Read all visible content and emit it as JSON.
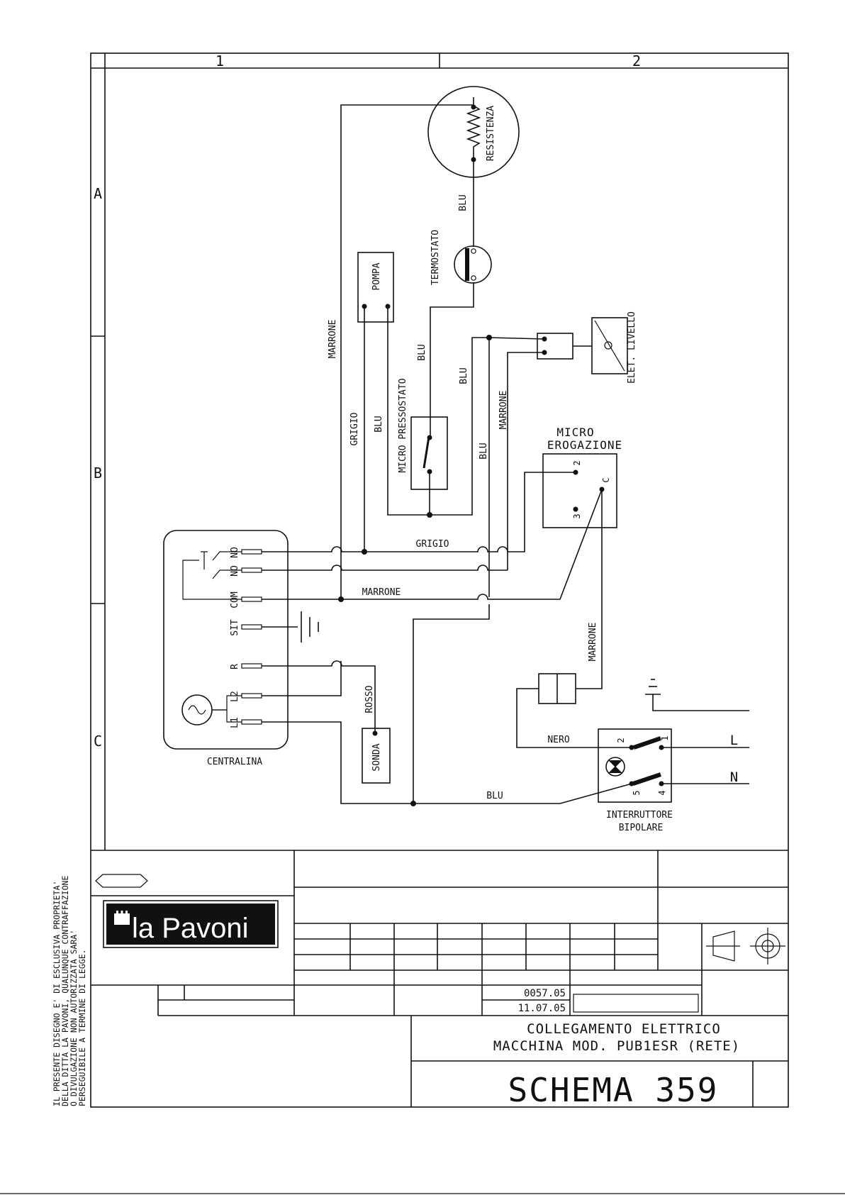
{
  "grid": {
    "columns": [
      "1",
      "2"
    ],
    "rows": [
      "A",
      "B",
      "C"
    ]
  },
  "components": {
    "resistenza": "RESISTENZA",
    "termostato": "TERMOSTATO",
    "pompa": "POMPA",
    "micro_pressostato": "MICRO PRESSOSTATO",
    "elet_livello": "ELET. LIVELLO",
    "micro_erogazione_line1": "MICRO",
    "micro_erogazione_line2": "EROGAZIONE",
    "centralina": "CENTRALINA",
    "sonda": "SONDA",
    "interruttore_line1": "INTERRUTTORE",
    "interruttore_line2": "BIPOLARE"
  },
  "terminals": {
    "centralina": [
      "NO",
      "NO",
      "COM",
      "SIT",
      "R",
      "L2",
      "L1"
    ],
    "micro_erogazione": [
      "2",
      "C",
      "3"
    ],
    "interruttore": [
      "2",
      "1",
      "5",
      "4"
    ],
    "mains": [
      "L",
      "N"
    ]
  },
  "wire_labels": {
    "marrone_vertical": "MARRONE",
    "blu_top": "BLU",
    "blu_termostato": "BLU",
    "blu_mid": "BLU",
    "grigio_vertical": "GRIGIO",
    "blu_pompa": "BLU",
    "marrone_livello": "MARRONE",
    "blu_livello": "BLU",
    "grigio_h": "GRIGIO",
    "marrone_h": "MARRONE",
    "rosso": "ROSSO",
    "marrone_erogazione": "MARRONE",
    "nero": "NERO",
    "blu_bottom": "BLU"
  },
  "title_block": {
    "brand": "la Pavoni",
    "number": "0057.05",
    "date": "11.07.05",
    "title_line1": "COLLEGAMENTO ELETTRICO",
    "title_line2": "MACCHINA MOD. PUB1ESR (RETE)",
    "schema": "SCHEMA 359"
  },
  "side_note": [
    "IL PRESENTE DISEGNO E' DI ESCLUSIVA PROPRIETA'",
    "DELLA DITTA LA PAVONI, QUALUNQUE CONTRAFFAZIONE",
    "O DIVULGAZIONE NON AUTORIZZATA SARA'",
    "PERSEGUIBILE A TERMINE DI LEGGE."
  ]
}
